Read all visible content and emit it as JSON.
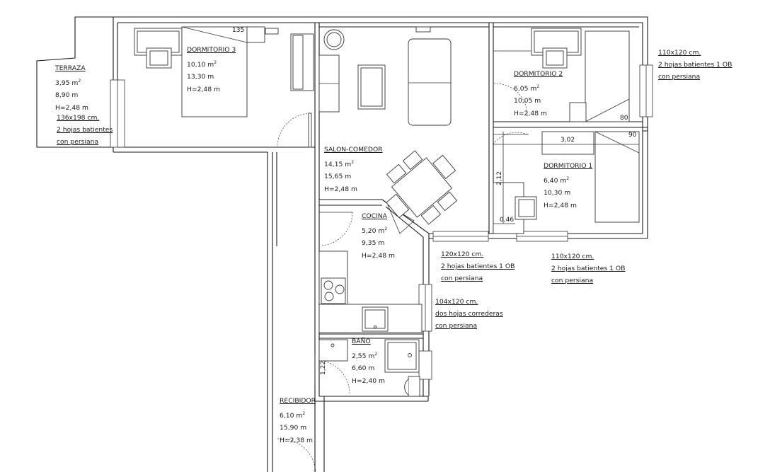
{
  "rooms": {
    "terraza": {
      "name": "TERRAZA",
      "area": "3,95 m",
      "perimeter": "8,90 m",
      "height": "H=2,48 m"
    },
    "dormitorio3": {
      "name": "DORMITORIO 3",
      "area": "10,10 m",
      "perimeter": "13,30 m",
      "height": "H=2,48 m"
    },
    "dormitorio2": {
      "name": "DORMITORIO 2",
      "area": "6,05 m",
      "perimeter": "10,05 m",
      "height": "H=2,48 m"
    },
    "dormitorio1": {
      "name": "DORMITORIO 1",
      "area": "6,40 m",
      "perimeter": "10,30 m",
      "height": "H=2,48 m"
    },
    "salon": {
      "name": "SALON-COMEDOR",
      "area": "14,15 m",
      "perimeter": "15,65 m",
      "height": "H=2,48 m"
    },
    "cocina": {
      "name": "COCINA",
      "area": "5,20 m",
      "perimeter": "9,35 m",
      "height": "H=2,48 m"
    },
    "bano": {
      "name": "BAÑO",
      "area": "2,55 m",
      "perimeter": "6,60 m",
      "height": "H=2,40 m"
    },
    "recibidor": {
      "name": "RECIBIDOR",
      "area": "6,10 m",
      "perimeter": "15,90 m",
      "height": "H=2,38 m"
    }
  },
  "area_unit_sup": "2",
  "windows": {
    "terraza": {
      "size": "136x198 cm.",
      "type": "2 hojas batientes",
      "extra": "con persiana"
    },
    "dormitorio2": {
      "size": "110x120 cm.",
      "type": "2 hojas batientes 1 OB",
      "extra": "con persiana"
    },
    "salon": {
      "size": "120x120 cm.",
      "type": "2 hojas batientes 1 OB",
      "extra": "con persiana"
    },
    "dormitorio1": {
      "size": "110x120 cm.",
      "type": "2 hojas batientes 1 OB",
      "extra": "con persiana"
    },
    "cocina": {
      "size": "104x120 cm.",
      "type": "dos hojas correderas",
      "extra": "con persiana"
    }
  },
  "dimensions": {
    "d3_bed": "135",
    "d2_bed": "80",
    "d1_bed": "90",
    "d1_width": "3,02",
    "d1_height": "2,12",
    "d1_desk": "0,46",
    "bath_door": "1,22"
  }
}
